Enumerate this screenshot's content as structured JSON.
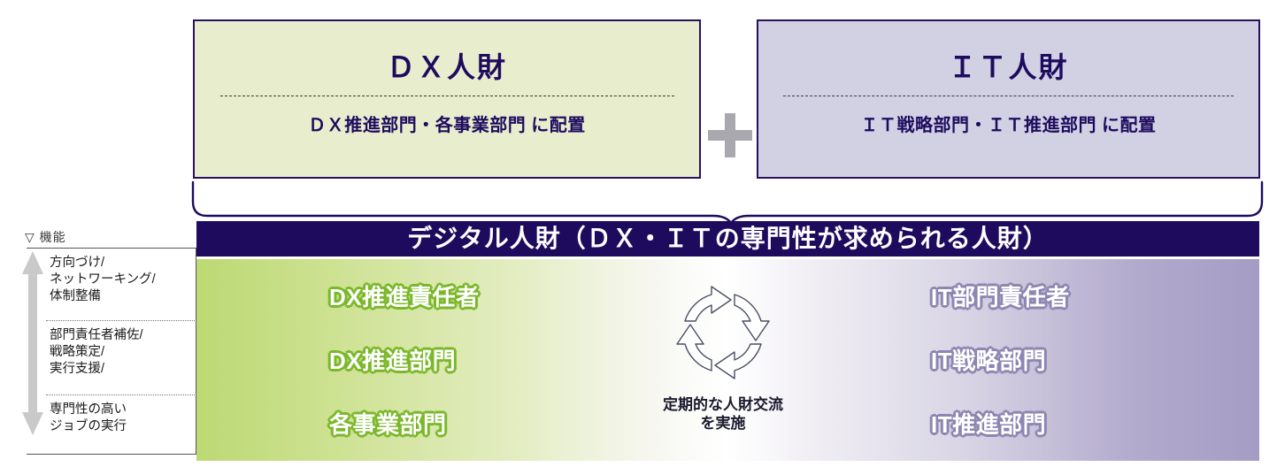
{
  "top_boxes": {
    "dx": {
      "title": "ＤＸ人財",
      "subtitle": "ＤＸ推進部門・各事業部門  に配置",
      "bg_color": "#e8eecd"
    },
    "it": {
      "title": "ＩＴ人財",
      "subtitle": "ＩＴ戦略部門・ＩＴ推進部門  に配置",
      "bg_color": "#d2d1e4"
    },
    "operator": "plus-sign"
  },
  "title_bar": {
    "text": "デジタル人財（ＤＸ・ＩＴの専門性が求められる人財）",
    "bg_color": "#1e0b5e",
    "text_color": "#ffffff"
  },
  "sidebar": {
    "header": "▽ 機能",
    "arrow": "double-headed-vertical-arrow",
    "rows": [
      {
        "lines": [
          "方向づけ/",
          "ネットワーキング/",
          "体制整備"
        ]
      },
      {
        "lines": [
          "部門責任者補佐/",
          "戦略策定/",
          "実行支援/"
        ]
      },
      {
        "lines": [
          "専門性の高い",
          "ジョブの実行"
        ]
      }
    ]
  },
  "panel": {
    "gradient_left_color": "#bcd973",
    "gradient_center_color": "#ffffff",
    "gradient_right_color": "#a49cc4",
    "left_column": {
      "outline_color": "#7ab829",
      "roles": [
        "DX推進責任者",
        "DX推進部門",
        "各事業部門"
      ]
    },
    "right_column": {
      "outline_color": "#8d86b2",
      "roles": [
        "IT部門責任者",
        "IT戦略部門",
        "IT推進部門"
      ]
    },
    "center": {
      "icon": "circular-arrows-icon",
      "caption_lines": [
        "定期的な人財交流",
        "を実施"
      ]
    }
  }
}
